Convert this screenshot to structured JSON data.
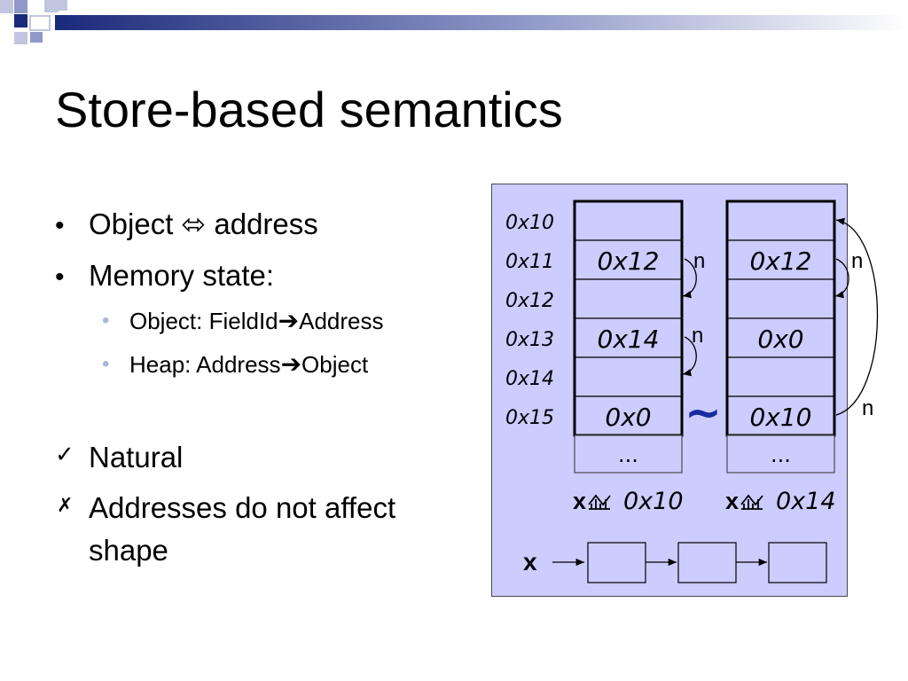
{
  "slide": {
    "title": "Store-based semantics",
    "bullets": [
      {
        "text": "Object ",
        "symbol": "⬄",
        "text2": " address"
      },
      {
        "text": "Memory state:"
      }
    ],
    "sub_bullets": [
      {
        "pre": "Object: FieldId",
        "arrow": "➔",
        "post": "Address"
      },
      {
        "pre": "Heap: Address",
        "arrow": "➔",
        "post": "Object"
      }
    ],
    "pros": [
      {
        "mark": "✓",
        "text": "Natural"
      }
    ],
    "cons": [
      {
        "mark": "✗",
        "lines": [
          "Addresses do not affect",
          "shape"
        ]
      }
    ],
    "colors": {
      "panel": "#ccccff",
      "cell": "#ccccff",
      "deco_dark": "#1a2a7a",
      "sub_bullet_dot": "#a9b5d9"
    }
  },
  "diagram": {
    "addresses": [
      "0x10",
      "0x11",
      "0x12",
      "0x13",
      "0x14",
      "0x15"
    ],
    "heap_left": {
      "cells": [
        "",
        "0x12",
        "",
        "0x14",
        "",
        "0x0"
      ],
      "ellipsis": "..."
    },
    "heap_right": {
      "cells": [
        "",
        "0x12",
        "",
        "0x0",
        "",
        "0x10"
      ],
      "ellipsis": "..."
    },
    "edge_label": "n",
    "equivalence_symbol": "~",
    "caption_left": {
      "var": "x",
      "maps_to": "0x10"
    },
    "caption_right": {
      "var": "x",
      "maps_to": "0x14"
    },
    "list_var": "x",
    "list_node_count": 3
  }
}
